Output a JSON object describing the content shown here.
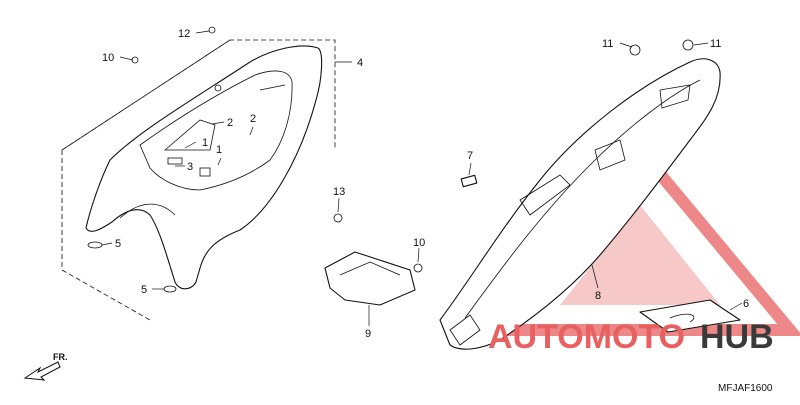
{
  "diagram": {
    "code": "MFJAF1600",
    "front_label": "FR.",
    "watermark": {
      "part1": "AUTOMOTO",
      "part2": "HUB",
      "accent": "#e85a5a",
      "dark": "#333333"
    },
    "callouts": [
      "1",
      "1",
      "2",
      "2",
      "3",
      "4",
      "5",
      "5",
      "6",
      "7",
      "8",
      "9",
      "10",
      "10",
      "11",
      "11",
      "12",
      "13"
    ]
  }
}
